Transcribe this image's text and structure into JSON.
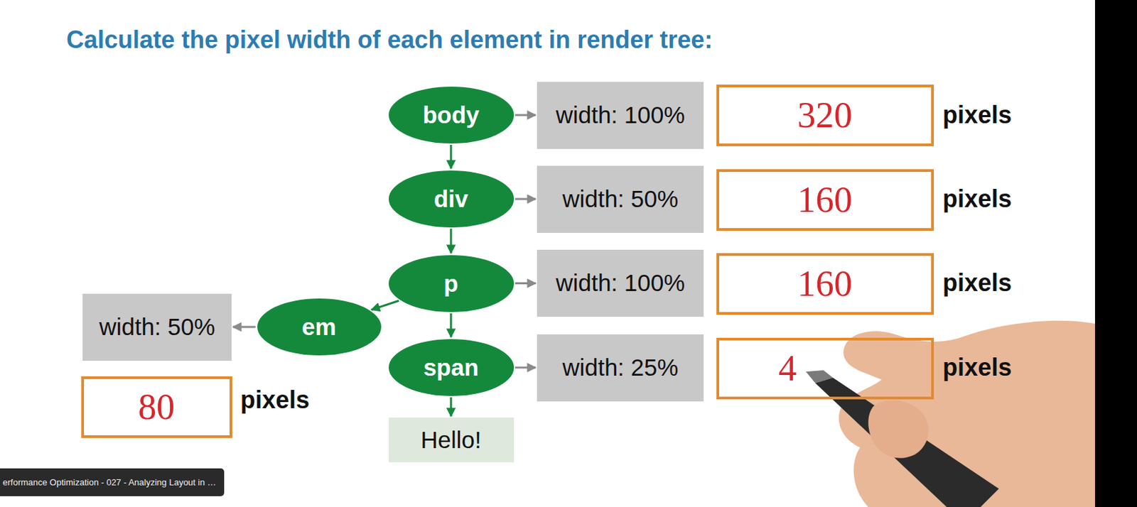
{
  "diagram": {
    "title": "Calculate the pixel width of each element in render tree:",
    "nodes": [
      {
        "text": [
          "body"
        ]
      },
      {
        "text": [
          "width: 100%"
        ]
      },
      {
        "text": [
          "320"
        ]
      },
      {
        "text": [
          "div"
        ]
      },
      {
        "text": [
          "width: 50%"
        ]
      },
      {
        "text": [
          "160"
        ]
      },
      {
        "text": [
          "p"
        ]
      },
      {
        "text": [
          "width: 100%"
        ]
      },
      {
        "text": [
          "160"
        ]
      },
      {
        "text": [
          "width: 50%"
        ]
      },
      {
        "text": [
          "em"
        ]
      },
      {
        "text": [
          "span"
        ]
      },
      {
        "text": [
          "width: 25%"
        ]
      },
      {
        "text": [
          "4"
        ]
      },
      {
        "text": [
          "80"
        ]
      },
      {
        "text": [
          "Hello!"
        ]
      }
    ],
    "edges": [
      {
        "from": 0,
        "to": 1,
        "arrow": "to"
      },
      {
        "from": 0,
        "to": 3,
        "arrow": "to"
      },
      {
        "from": 3,
        "to": 4,
        "arrow": "to"
      },
      {
        "from": 3,
        "to": 6,
        "arrow": "to"
      },
      {
        "from": 6,
        "to": 7,
        "arrow": "to"
      },
      {
        "from": 6,
        "to": 10,
        "arrow": "to"
      },
      {
        "from": 6,
        "to": 11,
        "arrow": "to"
      },
      {
        "from": 10,
        "to": 9,
        "arrow": "to"
      },
      {
        "from": 11,
        "to": 12,
        "arrow": "to"
      },
      {
        "from": 11,
        "to": 15,
        "arrow": "to"
      }
    ],
    "labels": [
      "pixels",
      "pixels",
      "pixels",
      "pixels",
      "pixels",
      "erformance Optimization - 027 - Analyzing Layout in …"
    ]
  }
}
